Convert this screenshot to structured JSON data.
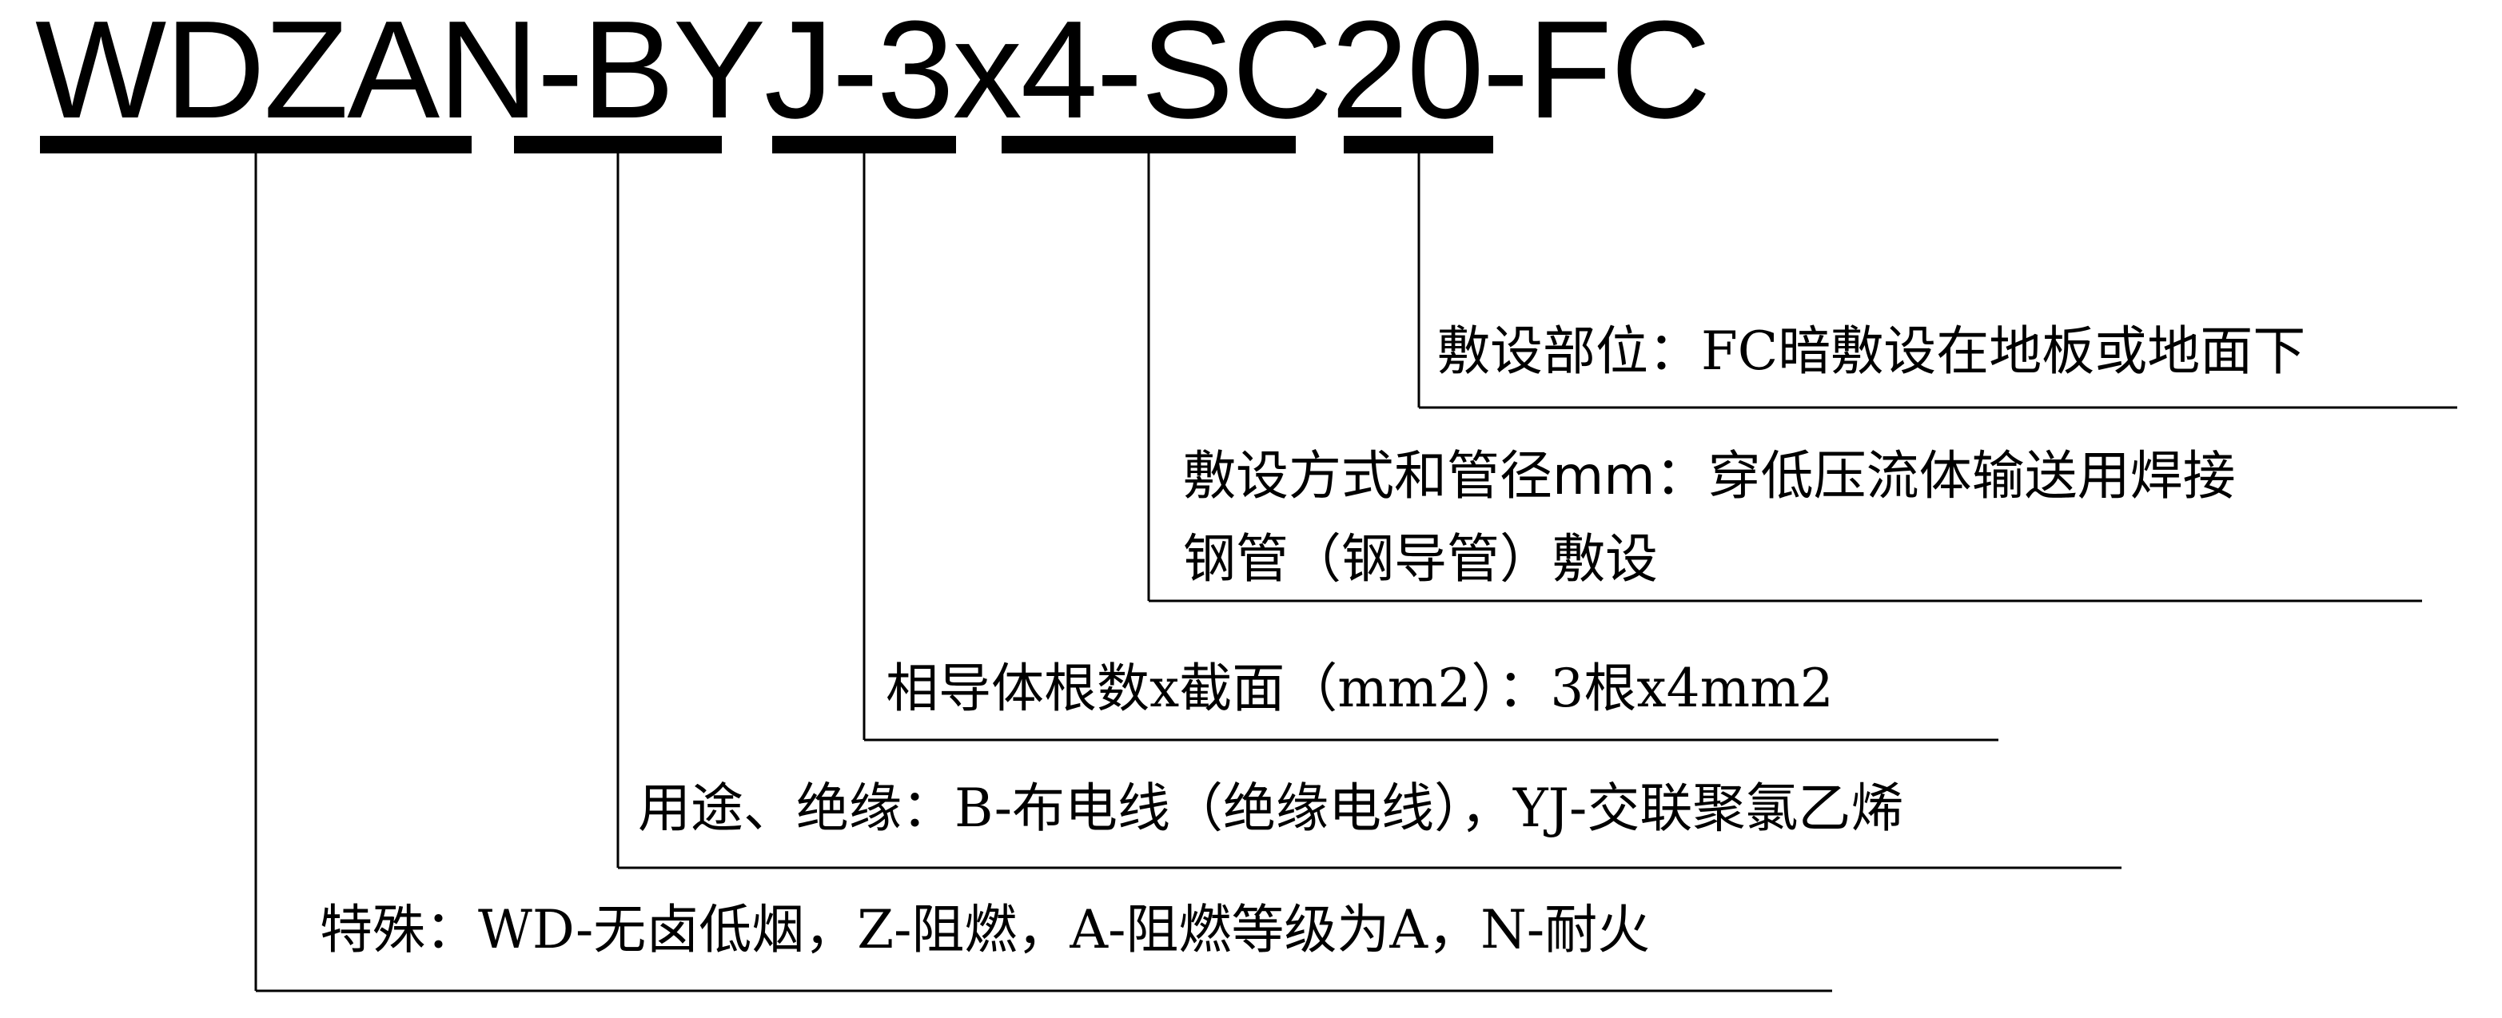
{
  "code": "WDZAN-BYJ-3x4-SC20-FC",
  "notes": {
    "fc": "敷设部位：FC暗敷设在地板或地面下",
    "sc20_line1": "敷设方式和管径mm：穿低压流体输送用焊接",
    "sc20_line2": "钢管（钢导管）敷设",
    "size": "相导体根数x截面（mm2）：3根x4mm2",
    "byj": "用途、绝缘：B-布电线（绝缘电线），YJ-交联聚氯乙烯",
    "wdzan": "特殊：WD-无卤低烟，Z-阻燃，A-阻燃等级为A，N-耐火"
  },
  "colors": {
    "ink": "#000000",
    "background": "#ffffff"
  }
}
